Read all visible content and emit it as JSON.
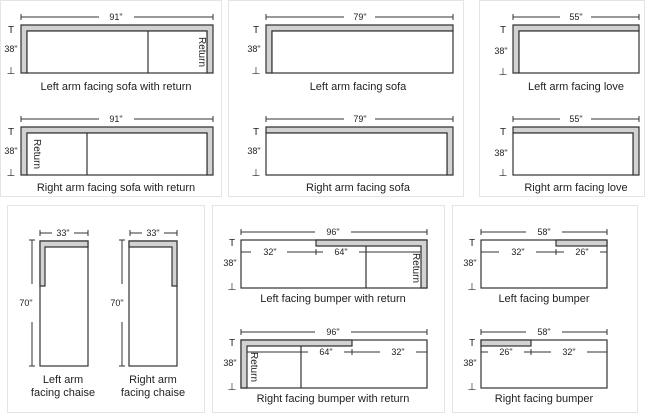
{
  "title": "Sectional sofa piece dimensions",
  "colors": {
    "arm_fill": "#d2d2d2",
    "outline": "#333333",
    "panel_border": "#e4e4e4"
  },
  "labels": {
    "return": "Return",
    "top_marker": "T",
    "bottom_marker": "⊥"
  },
  "pieces": [
    {
      "id": "laf-sofa-return",
      "caption": "Left arm facing sofa with return",
      "width": "91\"",
      "depth": "38\""
    },
    {
      "id": "raf-sofa-return",
      "caption": "Right arm facing sofa with return",
      "width": "91\"",
      "depth": "38\""
    },
    {
      "id": "laf-sofa",
      "caption": "Left arm facing sofa",
      "width": "79\"",
      "depth": "38\""
    },
    {
      "id": "raf-sofa",
      "caption": "Right arm facing sofa",
      "width": "79\"",
      "depth": "38\""
    },
    {
      "id": "laf-love",
      "caption": "Left arm facing love",
      "width": "55\"",
      "depth": "38\""
    },
    {
      "id": "raf-love",
      "caption": "Right arm facing love",
      "width": "55\"",
      "depth": "38\""
    },
    {
      "id": "laf-chaise",
      "caption_line1": "Left arm",
      "caption_line2": "facing chaise",
      "width": "33\"",
      "depth": "70\""
    },
    {
      "id": "raf-chaise",
      "caption_line1": "Right arm",
      "caption_line2": "facing chaise",
      "width": "33\"",
      "depth": "70\""
    },
    {
      "id": "lf-bumper-return",
      "caption": "Left facing bumper with return",
      "width": "96\"",
      "depth": "38\"",
      "seg_a": "32\"",
      "seg_b": "64\""
    },
    {
      "id": "rf-bumper-return",
      "caption": "Right facing bumper with return",
      "width": "96\"",
      "depth": "38\"",
      "seg_a": "64\"",
      "seg_b": "32\""
    },
    {
      "id": "lf-bumper",
      "caption": "Left facing bumper",
      "width": "58\"",
      "depth": "38\"",
      "seg_a": "32\"",
      "seg_b": "26\""
    },
    {
      "id": "rf-bumper",
      "caption": "Right facing bumper",
      "width": "58\"",
      "depth": "38\"",
      "seg_a": "26\"",
      "seg_b": "32\""
    }
  ]
}
